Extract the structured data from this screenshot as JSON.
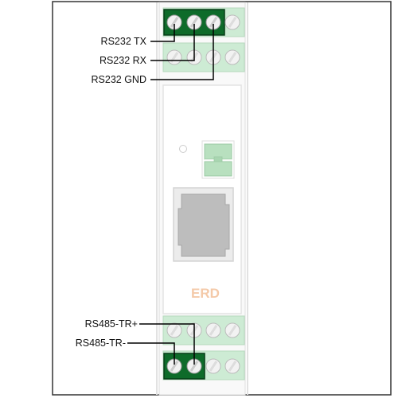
{
  "labels": {
    "rs232_tx": "RS232 TX",
    "rs232_rx": "RS232 RX",
    "rs232_gnd": "RS232 GND",
    "rs485_tr_plus": "RS485-TR+",
    "rs485_tr_minus": "RS485-TR-"
  },
  "brand": "ERD",
  "colors": {
    "frame": "#333333",
    "housing": "#e6e6e6",
    "terminal_block": "#cdebd4",
    "terminal_block_highlight": "#0e6b2a",
    "screw_light": "#f2f2f2",
    "screw_dark": "#cccccc",
    "leader_line": "#000000",
    "led_window": "#b8e0bf",
    "port_outer": "#e4e4e4",
    "port_inner": "#bdbdbd",
    "brand_text": "#f4c9a8"
  },
  "icons": [
    "screw-terminal-icon",
    "led-indicator-icon",
    "rj-port-icon",
    "dip-switch-icon"
  ]
}
